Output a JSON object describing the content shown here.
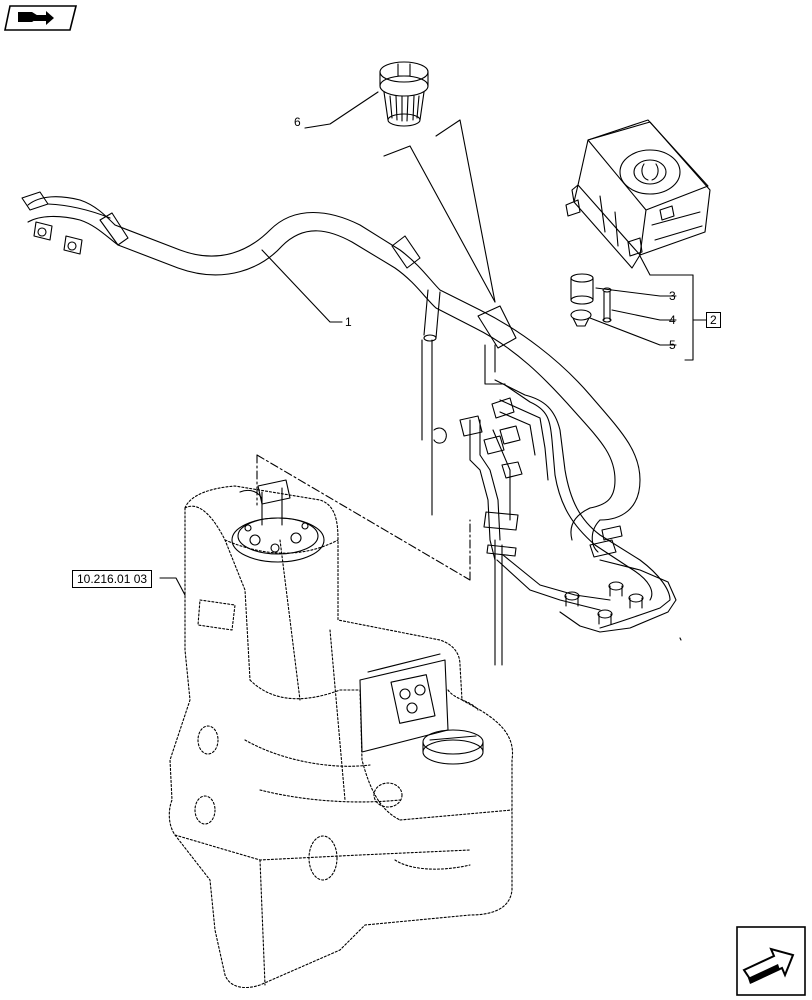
{
  "callouts": {
    "c1": "1",
    "c2": "2",
    "c3": "3",
    "c4": "4",
    "c5": "5",
    "c6": "6"
  },
  "reference": "10.216.01 03",
  "icons": {
    "top_left": "previous-page-icon",
    "bottom_right": "next-page-icon"
  }
}
